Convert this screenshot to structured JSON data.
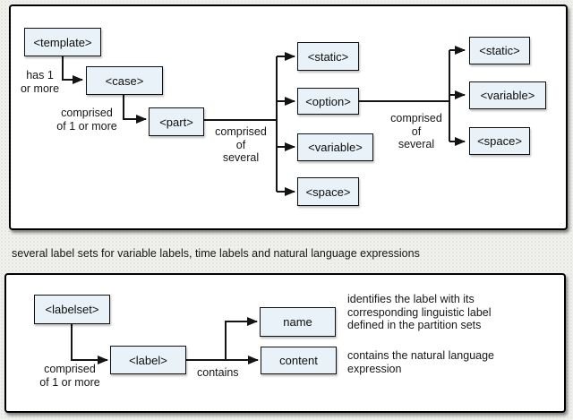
{
  "colors": {
    "node_fill": "#e8f2f8",
    "node_border": "#101010",
    "line": "#141414",
    "panel_background": "#ffffff",
    "page_background": "#efefeb"
  },
  "caption": "several label sets for variable labels, time labels and natural language expressions",
  "panel1": {
    "box_template": "<template>",
    "box_case": "<case>",
    "box_part": "<part>",
    "box_static_1": "<static>",
    "box_option": "<option>",
    "box_variable_1": "<variable>",
    "box_space_1": "<space>",
    "box_static_2": "<static>",
    "box_variable_2": "<variable>",
    "box_space_2": "<space>",
    "label_has_1_or_more": "has 1\nor more",
    "label_comprised_of_1_or_more": "comprised\nof 1 or more",
    "label_comprised_of_several_1": "comprised\nof\nseveral",
    "label_comprised_of_several_2": "comprised\nof\nseveral"
  },
  "panel2": {
    "box_labelset": "<labelset>",
    "box_label": "<label>",
    "box_name": "name",
    "box_content": "content",
    "label_comprised_of_1_or_more": "comprised\nof 1 or more",
    "label_contains": "contains",
    "note_name": "identifies the label with its\ncorresponding linguistic label\ndefined in the partition sets",
    "note_content": "contains the natural language\nexpression"
  }
}
